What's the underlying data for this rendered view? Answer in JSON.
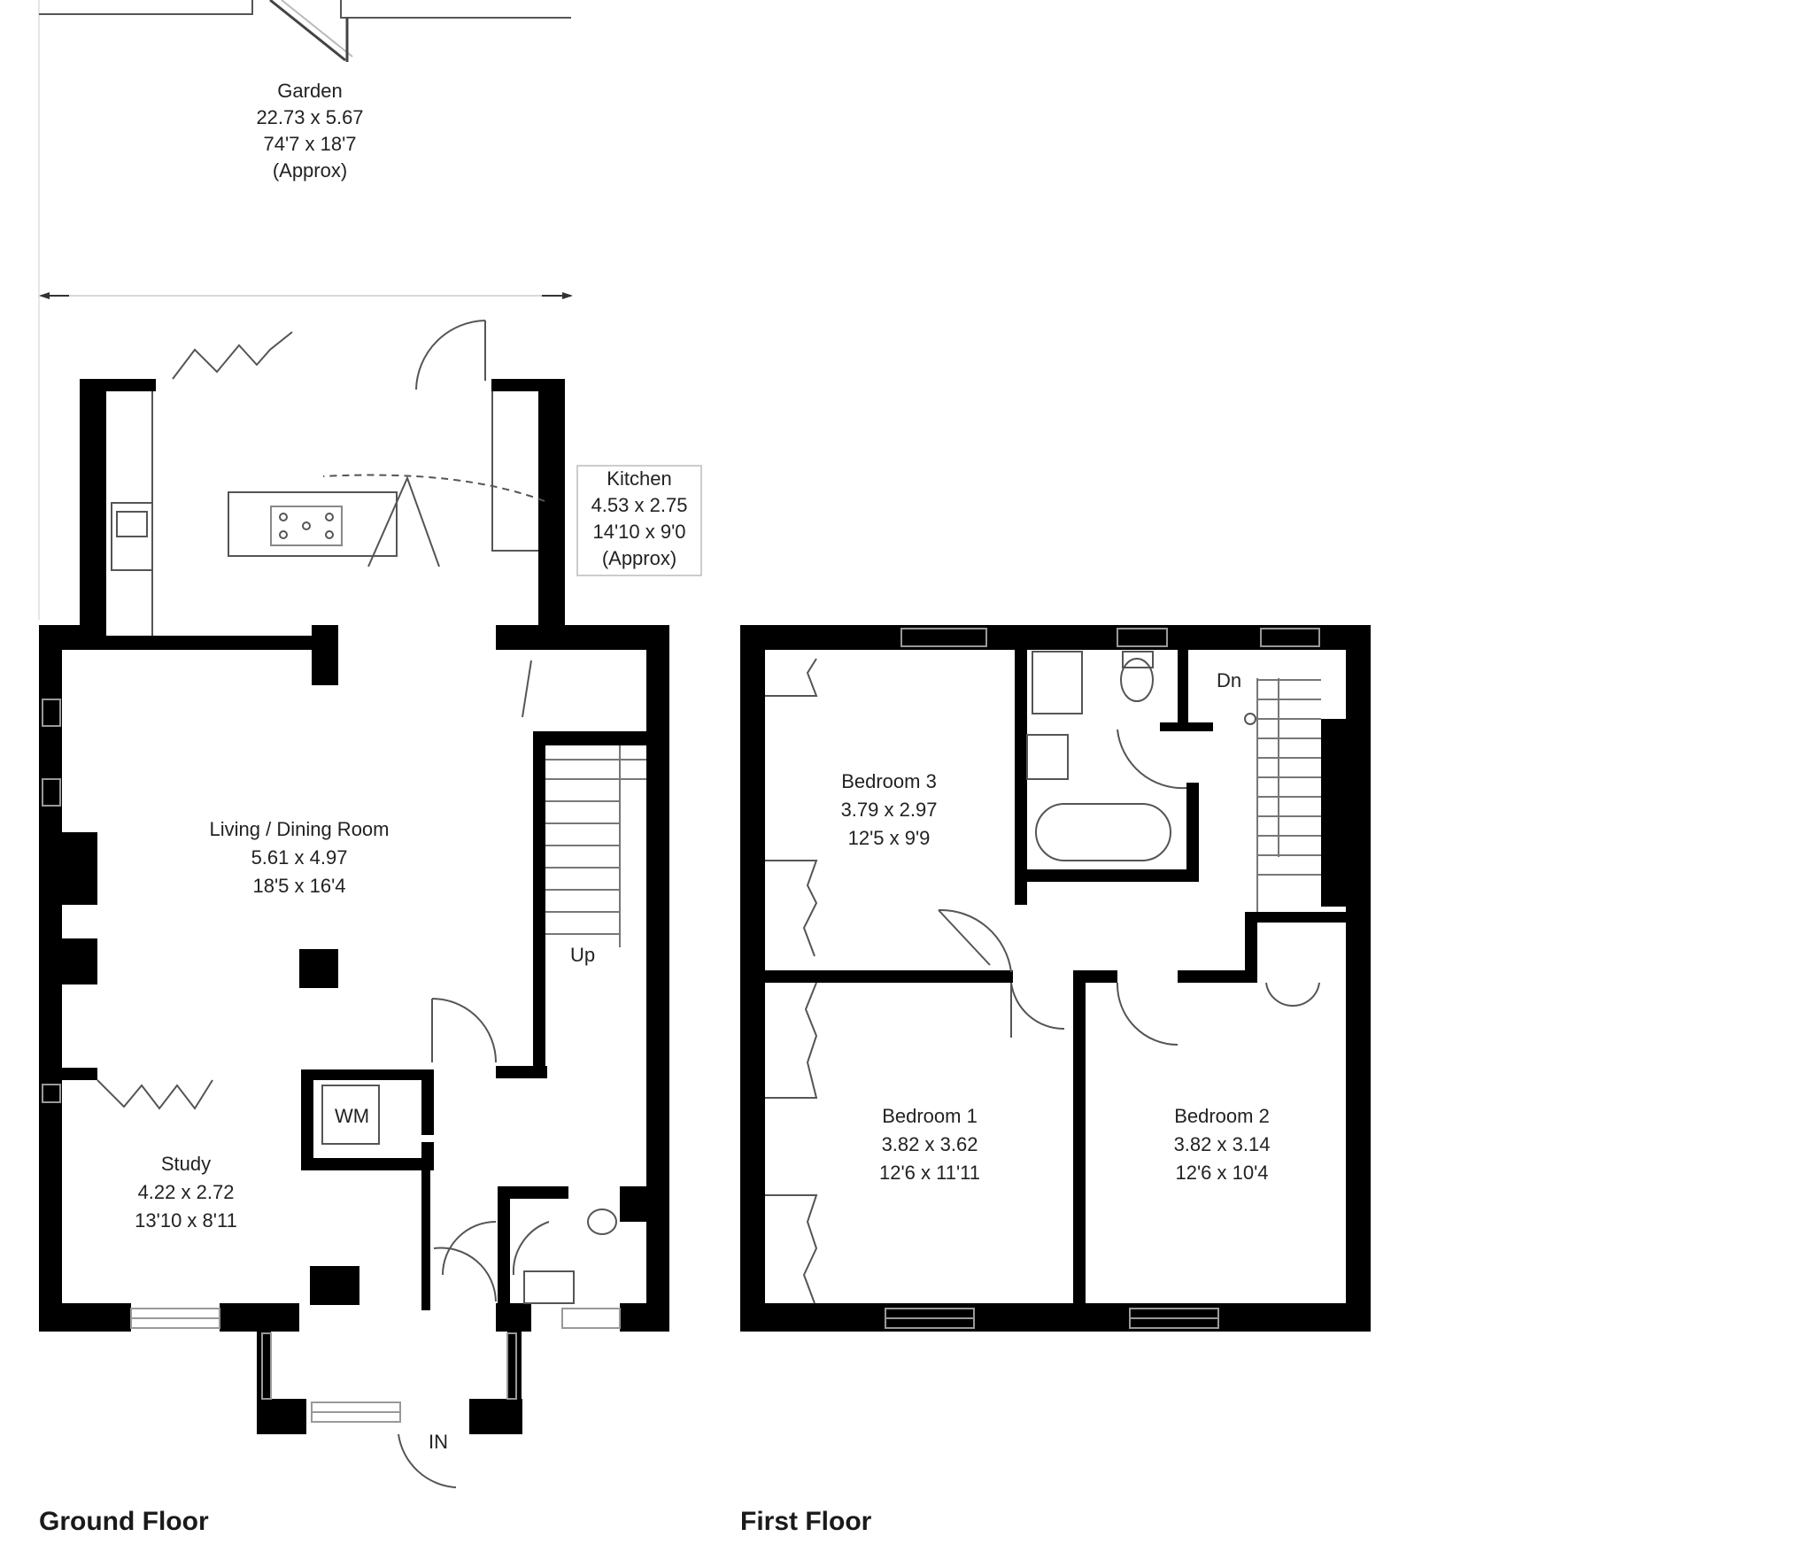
{
  "floors": {
    "ground": {
      "title": "Ground Floor",
      "entrance_label": "IN",
      "stairs_label": "Up",
      "appliance_label": "WM",
      "rooms": {
        "garden": [
          "Garden",
          "22.73 x 5.67",
          "74'7 x 18'7",
          "(Approx)"
        ],
        "kitchen": [
          "Kitchen",
          "4.53 x 2.75",
          "14'10 x 9'0",
          "(Approx)"
        ],
        "living": [
          "Living / Dining Room",
          "5.61 x 4.97",
          "18'5 x 16'4"
        ],
        "study": [
          "Study",
          "4.22 x 2.72",
          "13'10 x 8'11"
        ]
      }
    },
    "first": {
      "title": "First Floor",
      "stairs_label": "Dn",
      "rooms": {
        "bedroom3": [
          "Bedroom 3",
          "3.79 x 2.97",
          "12'5 x 9'9"
        ],
        "bedroom1": [
          "Bedroom 1",
          "3.82 x 3.62",
          "12'6 x 11'11"
        ],
        "bedroom2": [
          "Bedroom 2",
          "3.82 x 3.14",
          "12'6 x 10'4"
        ]
      }
    }
  }
}
